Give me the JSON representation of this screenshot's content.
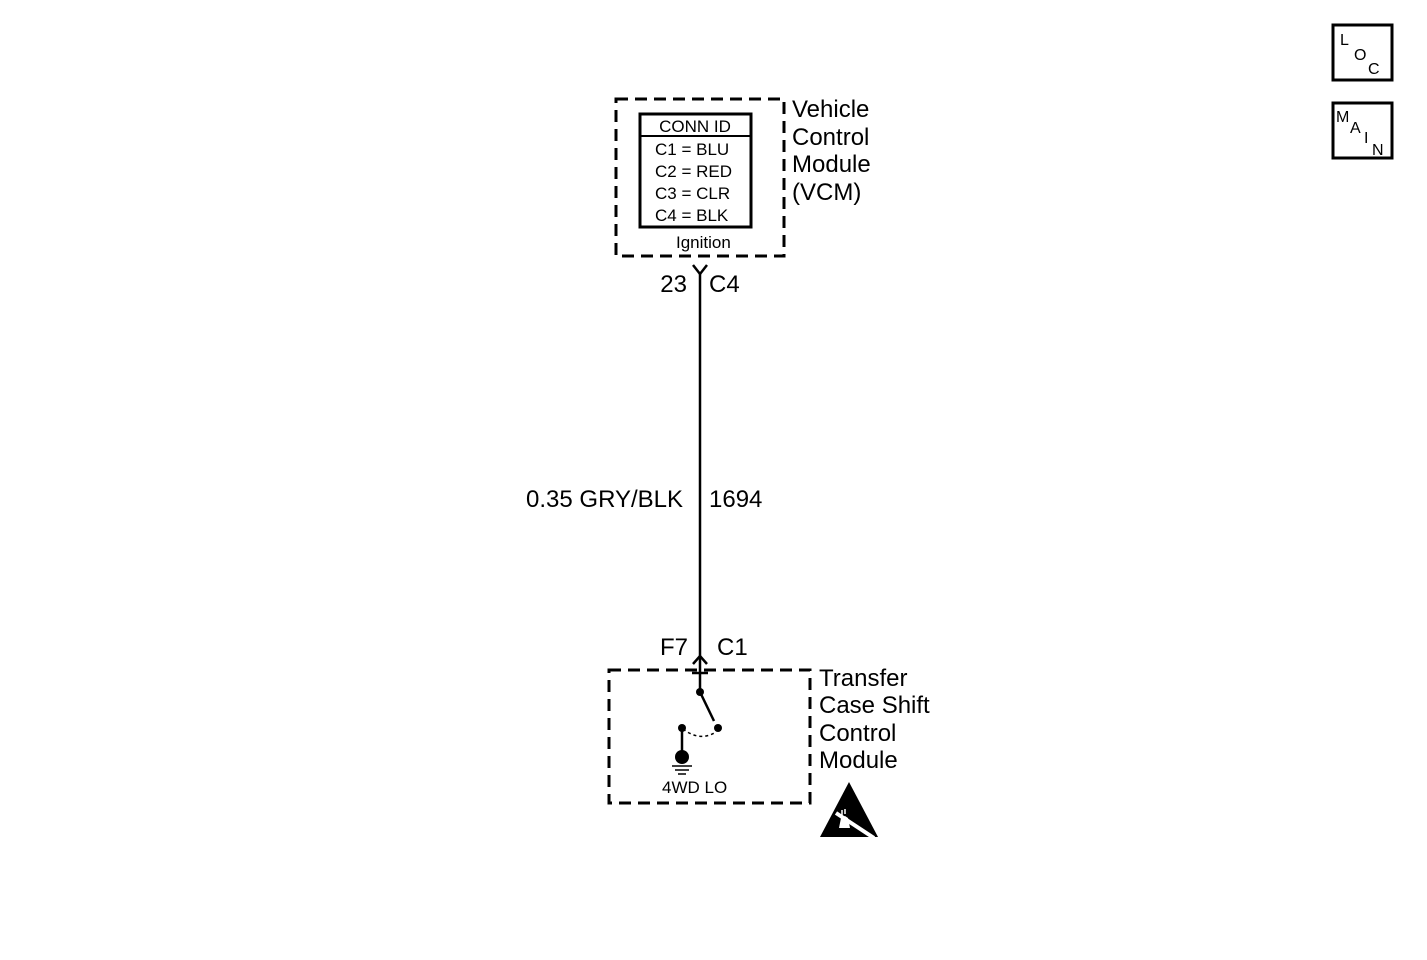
{
  "nav": {
    "loc": [
      "L",
      "O",
      "C"
    ],
    "main": [
      "M",
      "A",
      "I",
      "N"
    ]
  },
  "vcm": {
    "name_lines": [
      "Vehicle",
      "Control",
      "Module",
      "(VCM)"
    ],
    "conn_id": {
      "header": "CONN ID",
      "rows": [
        "C1 = BLU",
        "C2 = RED",
        "C3 = CLR",
        "C4 = BLK"
      ]
    },
    "internal_label": "Ignition",
    "pin": "23",
    "connector": "C4"
  },
  "wire": {
    "gauge_color": "0.35 GRY/BLK",
    "circuit": "1694"
  },
  "tcscm": {
    "name_lines": [
      "Transfer",
      "Case Shift",
      "Control",
      "Module"
    ],
    "pin": "F7",
    "connector": "C1",
    "switch_label": "4WD LO"
  }
}
